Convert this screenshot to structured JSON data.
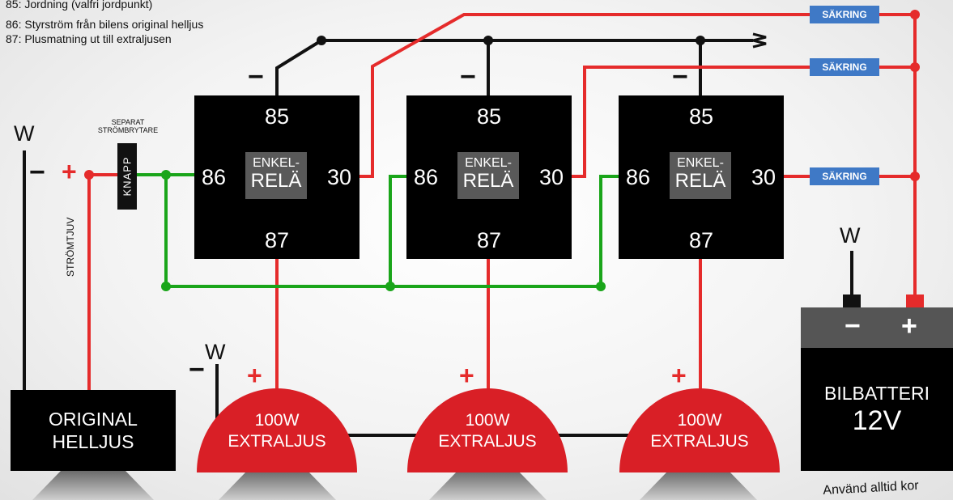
{
  "legend": [
    "85: Jordning (valfri jordpunkt)",
    "86: Styrström från bilens original helljus",
    "87: Plusmatning ut till extraljusen"
  ],
  "relays": [
    {
      "pin85": "85",
      "pin86": "86",
      "pin30": "30",
      "pin87": "87",
      "label_line1": "ENKEL-",
      "label_line2": "RELÄ"
    },
    {
      "pin85": "85",
      "pin86": "86",
      "pin30": "30",
      "pin87": "87",
      "label_line1": "ENKEL-",
      "label_line2": "RELÄ"
    },
    {
      "pin85": "85",
      "pin86": "86",
      "pin30": "30",
      "pin87": "87",
      "label_line1": "ENKEL-",
      "label_line2": "RELÄ"
    }
  ],
  "fuses": [
    "SÄKRING",
    "SÄKRING",
    "SÄKRING"
  ],
  "switch": {
    "label": "KNAPP",
    "caption_line1": "SEPARAT",
    "caption_line2": "STRÖMBRYTARE"
  },
  "stromtjuv": "STRÖMTJUV",
  "ground_symbol": "W",
  "plus_symbol": "+",
  "minus_symbol": "−",
  "original": {
    "line1": "ORIGINAL",
    "line2": "HELLJUS"
  },
  "lamps": [
    {
      "line1": "100W",
      "line2": "EXTRALJUS"
    },
    {
      "line1": "100W",
      "line2": "EXTRALJUS"
    },
    {
      "line1": "100W",
      "line2": "EXTRALJUS"
    }
  ],
  "battery": {
    "line1": "BILBATTERI",
    "line2": "12V",
    "minus": "−",
    "plus": "+"
  },
  "footer_note": "Använd alltid kor",
  "colors": {
    "wire_red": "#e52b2b",
    "wire_black": "#111111",
    "wire_green": "#1aa51a",
    "fuse_blue": "#3f79c6"
  }
}
